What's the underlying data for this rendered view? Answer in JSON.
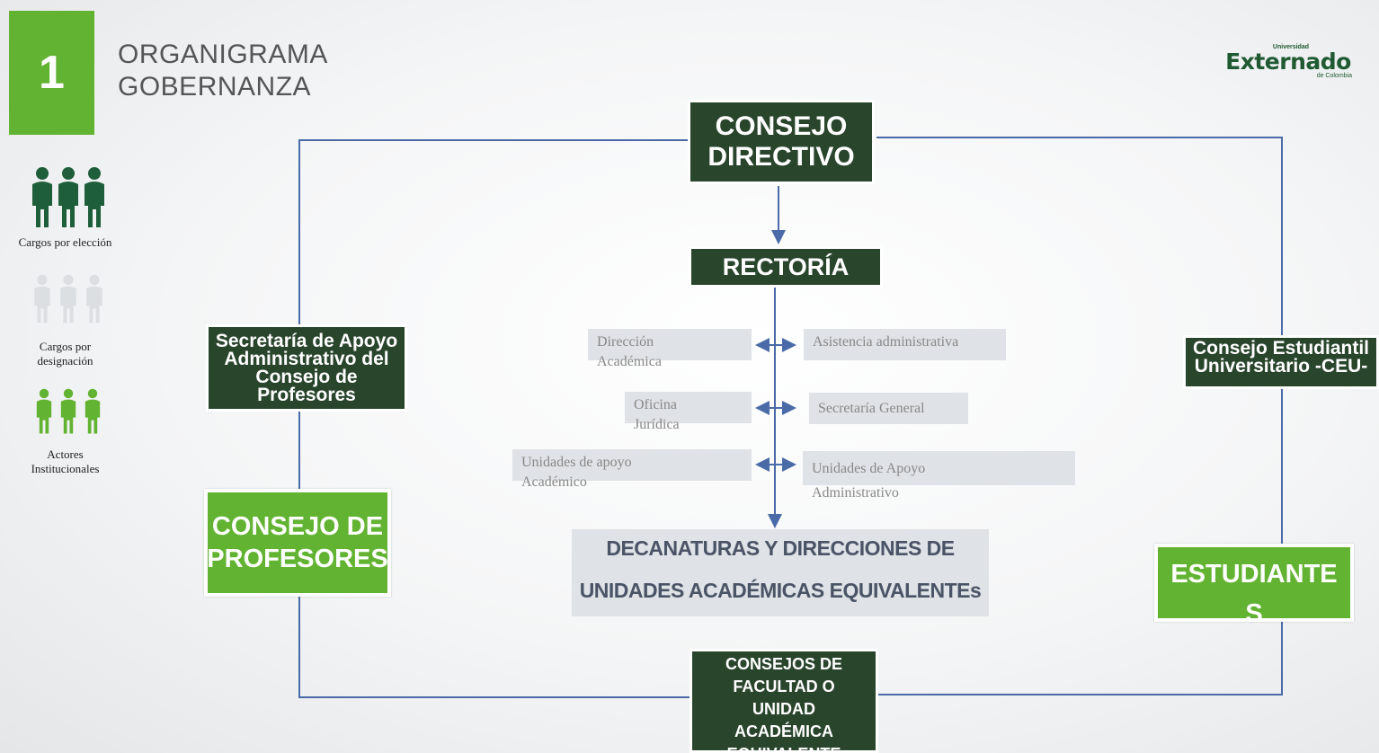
{
  "header": {
    "number": "1",
    "title_line1": "ORGANIGRAMA",
    "title_line2": "GOBERNANZA"
  },
  "logo": {
    "top_text": "Universidad",
    "name": "Externado",
    "bottom_text": "de Colombia"
  },
  "legend": [
    {
      "label": "Cargos por elección",
      "color": "#1e5e3a",
      "icon": "person-icon"
    },
    {
      "label": "Cargos por designación",
      "color": "#dcdfe2",
      "icon": "person-icon"
    },
    {
      "label": "Actores Institucionales",
      "color": "#62b332",
      "icon": "person-icon"
    }
  ],
  "nodes": {
    "consejo_directivo": "CONSEJO DIRECTIVO",
    "rectoria": "RECTORÍA",
    "secretaria_apoyo": "Secretaría de Apoyo Administrativo del Consejo de Profesores",
    "consejo_profesores": "CONSEJO DE PROFESORES",
    "consejo_estudiantil": "Consejo Estudiantil Universitario -CEU-",
    "estudiantes": "ESTUDIANTES",
    "direccion_academica": "Dirección Académica",
    "asistencia_administrativa": "Asistencia administrativa",
    "oficina_juridica": "Oficina Jurídica",
    "secretaria_general": "Secretaría General",
    "unidades_apoyo_academico": "Unidades de apoyo Académico",
    "unidades_apoyo_administrativo": "Unidades de  Apoyo Administrativo",
    "decanaturas_line1": "DECANATURAS Y DIRECCIONES DE",
    "decanaturas_line2": "UNIDADES ACADÉMICAS EQUIVALENTEs",
    "consejos_facultad": "CONSEJOS DE FACULTAD O UNIDAD ACADÉMICA EQUIVALENTE"
  },
  "colors": {
    "dark_green": "#29452c",
    "bright_green": "#62b332",
    "grey_box": "#dfe2e6",
    "line_blue": "#4a6aa8"
  }
}
